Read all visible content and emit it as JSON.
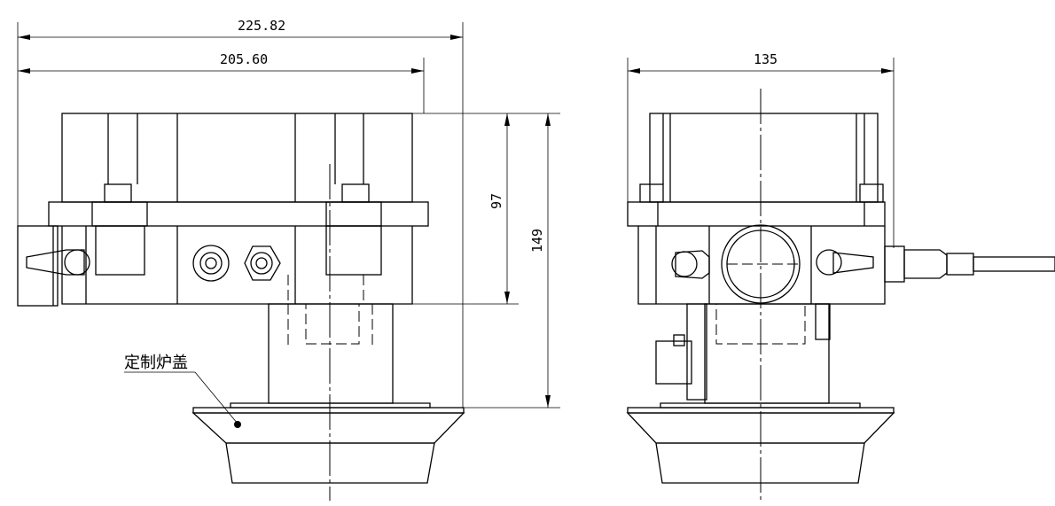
{
  "dimensions": {
    "overall_width": "225.82",
    "body_width": "205.60",
    "side_width": "135",
    "body_height": "97",
    "total_height": "149"
  },
  "annotation": {
    "lid_label": "定制炉盖"
  }
}
